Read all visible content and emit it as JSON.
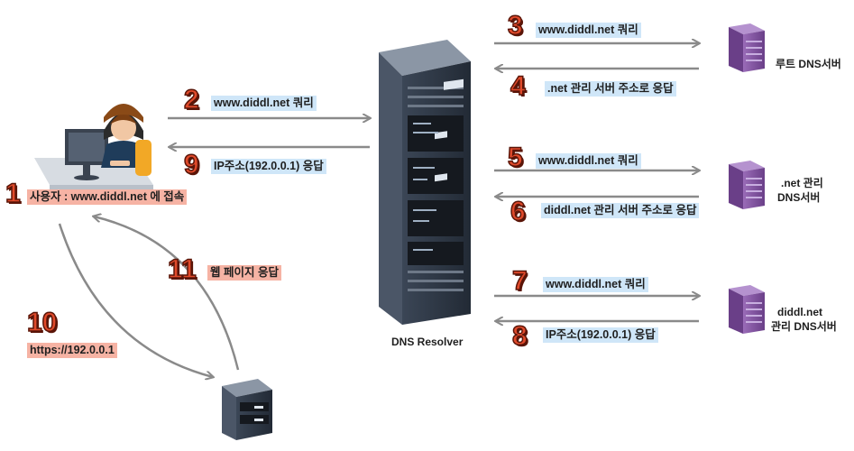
{
  "steps": [
    {
      "num": "1",
      "text": "사용자 : www.diddl.net 에 접속"
    },
    {
      "num": "2",
      "text": "www.diddl.net 쿼리"
    },
    {
      "num": "3",
      "text": "www.diddl.net 쿼리"
    },
    {
      "num": "4",
      "text": ".net 관리 서버 주소로 응답"
    },
    {
      "num": "5",
      "text": "www.diddl.net 쿼리"
    },
    {
      "num": "6",
      "text": "diddl.net 관리 서버 주소로 응답"
    },
    {
      "num": "7",
      "text": "www.diddl.net 쿼리"
    },
    {
      "num": "8",
      "text": "IP주소(192.0.0.1) 응답"
    },
    {
      "num": "9",
      "text": "IP주소(192.0.0.1) 응답"
    },
    {
      "num": "10",
      "text": "https://192.0.0.1"
    },
    {
      "num": "11",
      "text": "웹 페이지 응답"
    }
  ],
  "servers": {
    "resolver": "DNS Resolver",
    "root_line1": "루트 DNS서버",
    "net_line1": ".net 관리",
    "net_line2": "DNS서버",
    "diddl_line1": "diddl.net",
    "diddl_line2": "관리 DNS서버"
  },
  "colors": {
    "arrow": "#8a8a8a",
    "number_red": "#e04a2b",
    "highlight_blue": "#cfe6f8",
    "highlight_red": "#f6b3a4",
    "dns_server_purple": "#7a4c98",
    "rack_dark": "#2f3947"
  }
}
